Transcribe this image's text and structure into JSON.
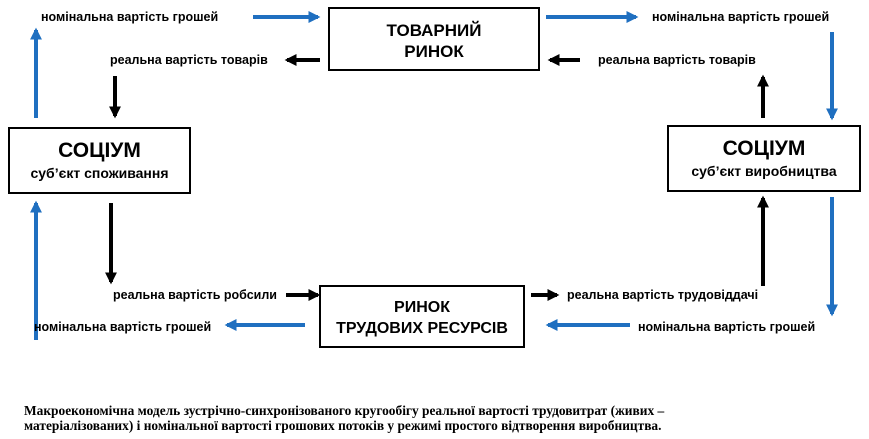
{
  "boxes": {
    "goods_market": {
      "line1": "ТОВАРНИЙ",
      "line2": "РИНОК"
    },
    "society_consumption": {
      "title": "СОЦІУМ",
      "subtitle": "суб’єкт споживання"
    },
    "society_production": {
      "title": "СОЦІУМ",
      "subtitle": "суб’єкт виробництва"
    },
    "labor_market": {
      "line1": "РИНОК",
      "line2": "ТРУДОВИХ РЕСУРСІВ"
    }
  },
  "labels": {
    "top_left_nominal": "номінальна вартість грошей",
    "top_right_nominal": "номінальна вартість грошей",
    "left_real_goods": "реальна вартість товарів",
    "right_real_goods": "реальна вартість товарів",
    "real_labor_power": "реальна вартість робсили",
    "real_labor_output": "реальна вартість трудовіддачі",
    "bottom_left_nominal": "номінальна вартість грошей",
    "bottom_right_nominal": "номінальна вартість грошей"
  },
  "caption": {
    "line1": "Макроекономічна модель зустрічно-синхронізованого кругообігу реальної вартості трудовитрат (живих –",
    "line2": "матеріалізованих) і номінальної вартості грошових потоків у режимі простого відтворення виробництва."
  },
  "colors": {
    "money_flow": "#1f6fc0",
    "real_flow": "#000000"
  }
}
